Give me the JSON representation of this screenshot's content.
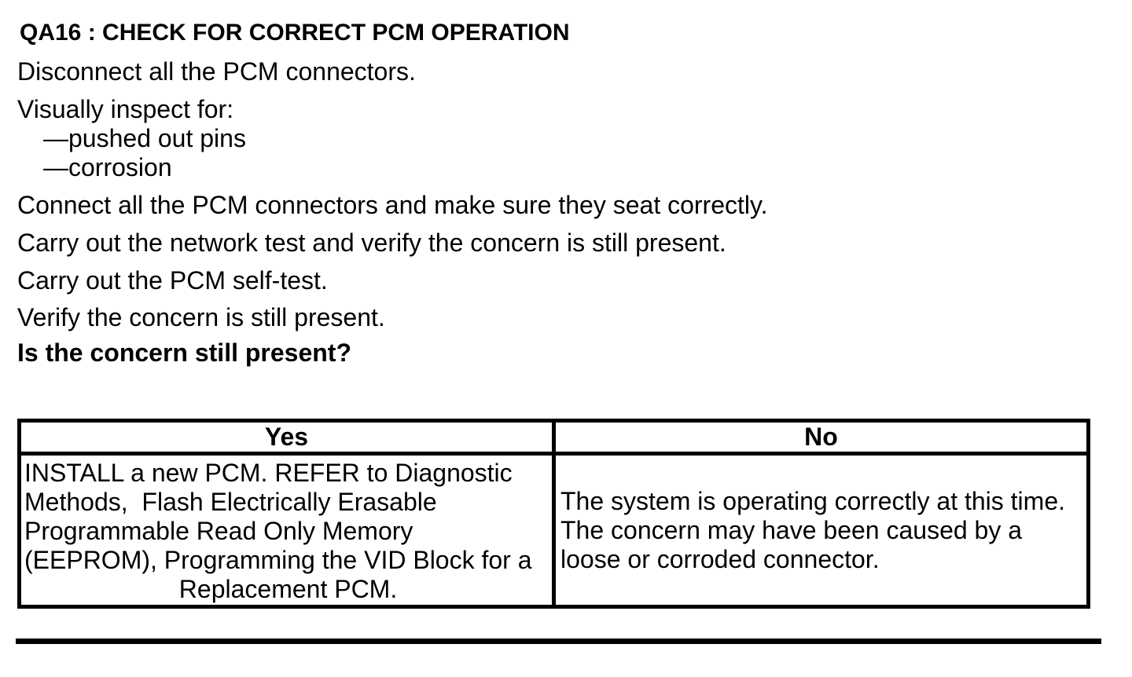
{
  "doc": {
    "title": "QA16 : CHECK FOR CORRECT PCM OPERATION",
    "steps": [
      "Disconnect all the PCM connectors.",
      "Visually inspect for:",
      "—pushed out pins",
      "—corrosion",
      "Connect all the PCM connectors and make sure they seat correctly.",
      "Carry out the network test and verify the concern is still present.",
      "Carry out the PCM self-test.",
      "Verify the concern is still present.",
      "Is the concern still present?"
    ]
  },
  "decision_table": {
    "headers": [
      "Yes",
      "No"
    ],
    "yes_cell_lines": [
      "INSTALL a new PCM. REFER to Diagnostic",
      "Methods,  Flash Electrically Erasable",
      "Programmable Read Only Memory",
      "(EEPROM), Programming the VID Block for a",
      "Replacement PCM."
    ],
    "no_cell_lines": [
      "The system is operating correctly at this time.",
      "The concern may have been caused by a",
      "loose or corroded connector."
    ]
  }
}
